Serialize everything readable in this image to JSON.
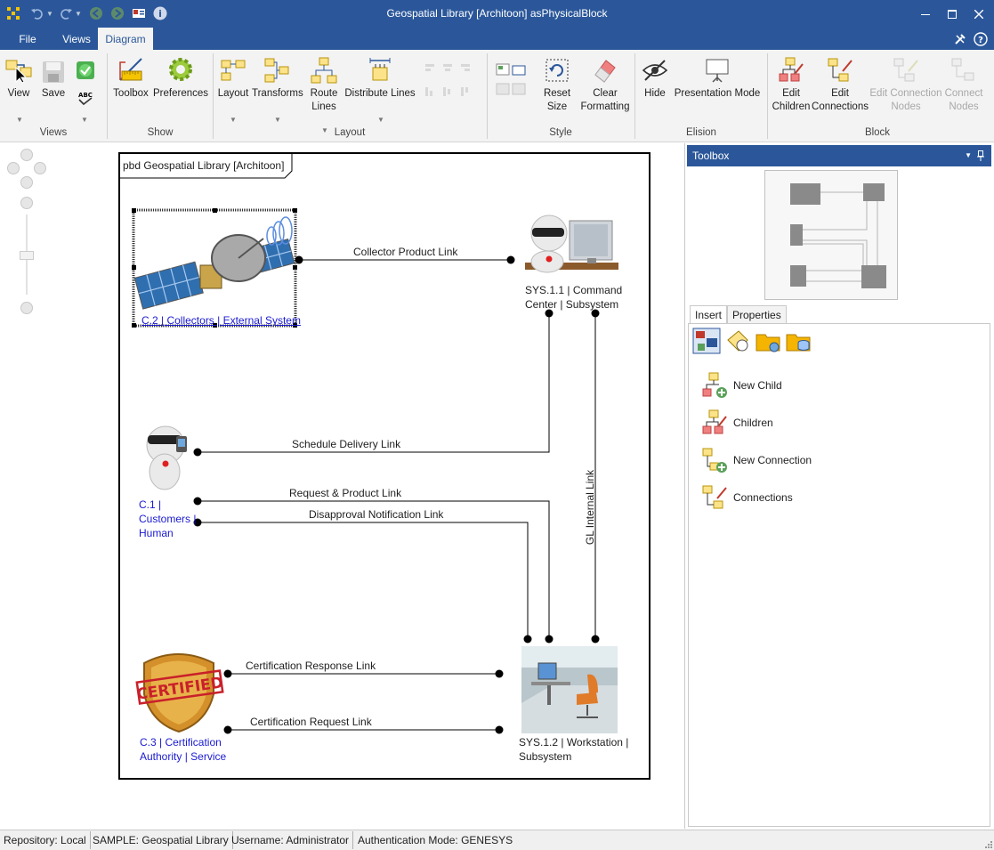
{
  "window": {
    "title": "Geospatial Library [Architoon] asPhysicalBlock"
  },
  "menu": {
    "file": "File",
    "views": "Views",
    "diagram": "Diagram"
  },
  "ribbon": {
    "view": "View",
    "save": "Save",
    "toolbox": "Toolbox",
    "preferences": "Preferences",
    "layout": "Layout",
    "transforms": "Transforms",
    "route_lines_1": "Route",
    "route_lines_2": "Lines",
    "distribute_lines": "Distribute Lines",
    "reset_size_1": "Reset",
    "reset_size_2": "Size",
    "clear_formatting_1": "Clear",
    "clear_formatting_2": "Formatting",
    "hide": "Hide",
    "presentation_mode": "Presentation Mode",
    "edit_children_1": "Edit",
    "edit_children_2": "Children",
    "edit_connections_1": "Edit",
    "edit_connections_2": "Connections",
    "edit_connection_nodes_1": "Edit Connection",
    "edit_connection_nodes_2": "Nodes",
    "connect_nodes_1": "Connect",
    "connect_nodes_2": "Nodes",
    "groups": {
      "views": "Views",
      "show": "Show",
      "layout": "Layout",
      "style": "Style",
      "elision": "Elision",
      "block": "Block"
    }
  },
  "diagram": {
    "frame_title": "pbd Geospatial Library [Architoon]",
    "nodes": {
      "collectors": "C.2 | Collectors | External System",
      "command_center_1": "SYS.1.1 | Command",
      "command_center_2": "Center | Subsystem",
      "customers_1": "C.1 |",
      "customers_2": "Customers |",
      "customers_3": "Human",
      "certification_1": "C.3 | Certification",
      "certification_2": "Authority | Service",
      "workstation_1": "SYS.1.2 | Workstation |",
      "workstation_2": "Subsystem",
      "certified_stamp": "CERTIFIED"
    },
    "links": {
      "collector_product": "Collector Product Link",
      "schedule_delivery": "Schedule Delivery Link",
      "request_product": "Request & Product Link",
      "disapproval_notification": "Disapproval Notification Link",
      "gl_internal": "GL Internal Link",
      "certification_response": "Certification Response Link",
      "certification_request": "Certification Request Link"
    }
  },
  "toolbox": {
    "title": "Toolbox",
    "tabs": {
      "insert": "Insert",
      "properties": "Properties"
    },
    "items": {
      "new_child": "New Child",
      "children": "Children",
      "new_connection": "New Connection",
      "connections": "Connections"
    }
  },
  "statusbar": {
    "repository": "Repository: Local",
    "sample": "SAMPLE: Geospatial Library",
    "username": "Username: Administrator",
    "auth": "Authentication Mode: GENESYS"
  },
  "colors": {
    "accent": "#2b579a",
    "link_blue": "#1a1ad0"
  }
}
